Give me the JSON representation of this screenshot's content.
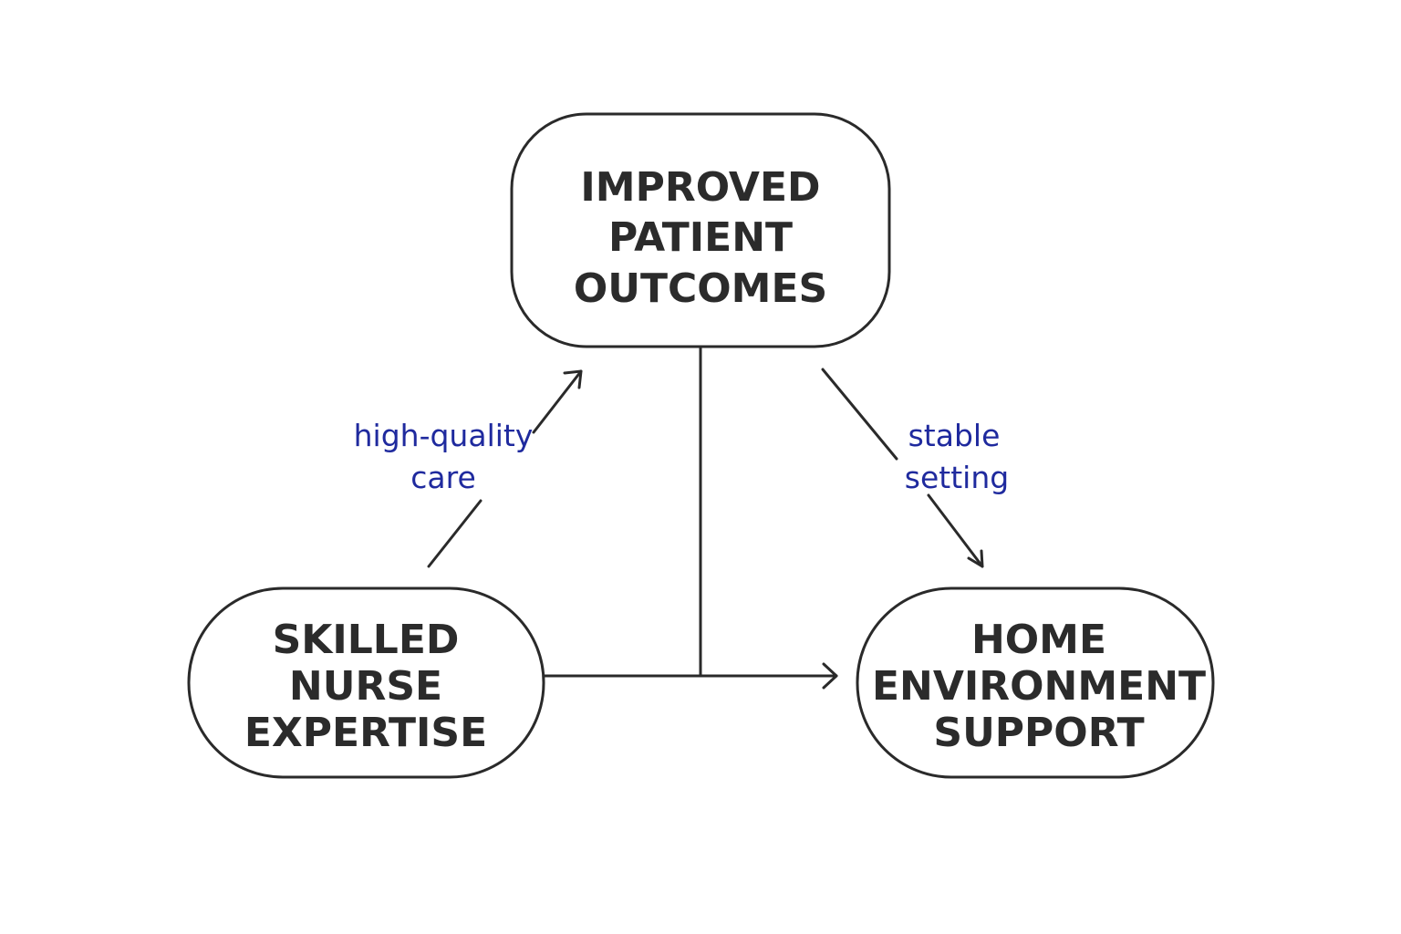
{
  "nodes": {
    "top": {
      "lines": [
        "IMPROVED",
        "PATIENT",
        "OUTCOMES"
      ]
    },
    "left": {
      "lines": [
        "SKILLED",
        "NURSE",
        "EXPERTISE"
      ]
    },
    "right": {
      "lines": [
        "HOME",
        "ENVIRONMENT",
        "SUPPORT"
      ]
    }
  },
  "edges": {
    "left_to_top": {
      "label_lines": [
        "high-quality",
        "care"
      ]
    },
    "top_to_right": {
      "label_lines": [
        "stable",
        "setting"
      ]
    }
  },
  "colors": {
    "node_text": "#2b2b2b",
    "stroke": "#2a2a2a",
    "edge_label": "#1f2a9e"
  }
}
